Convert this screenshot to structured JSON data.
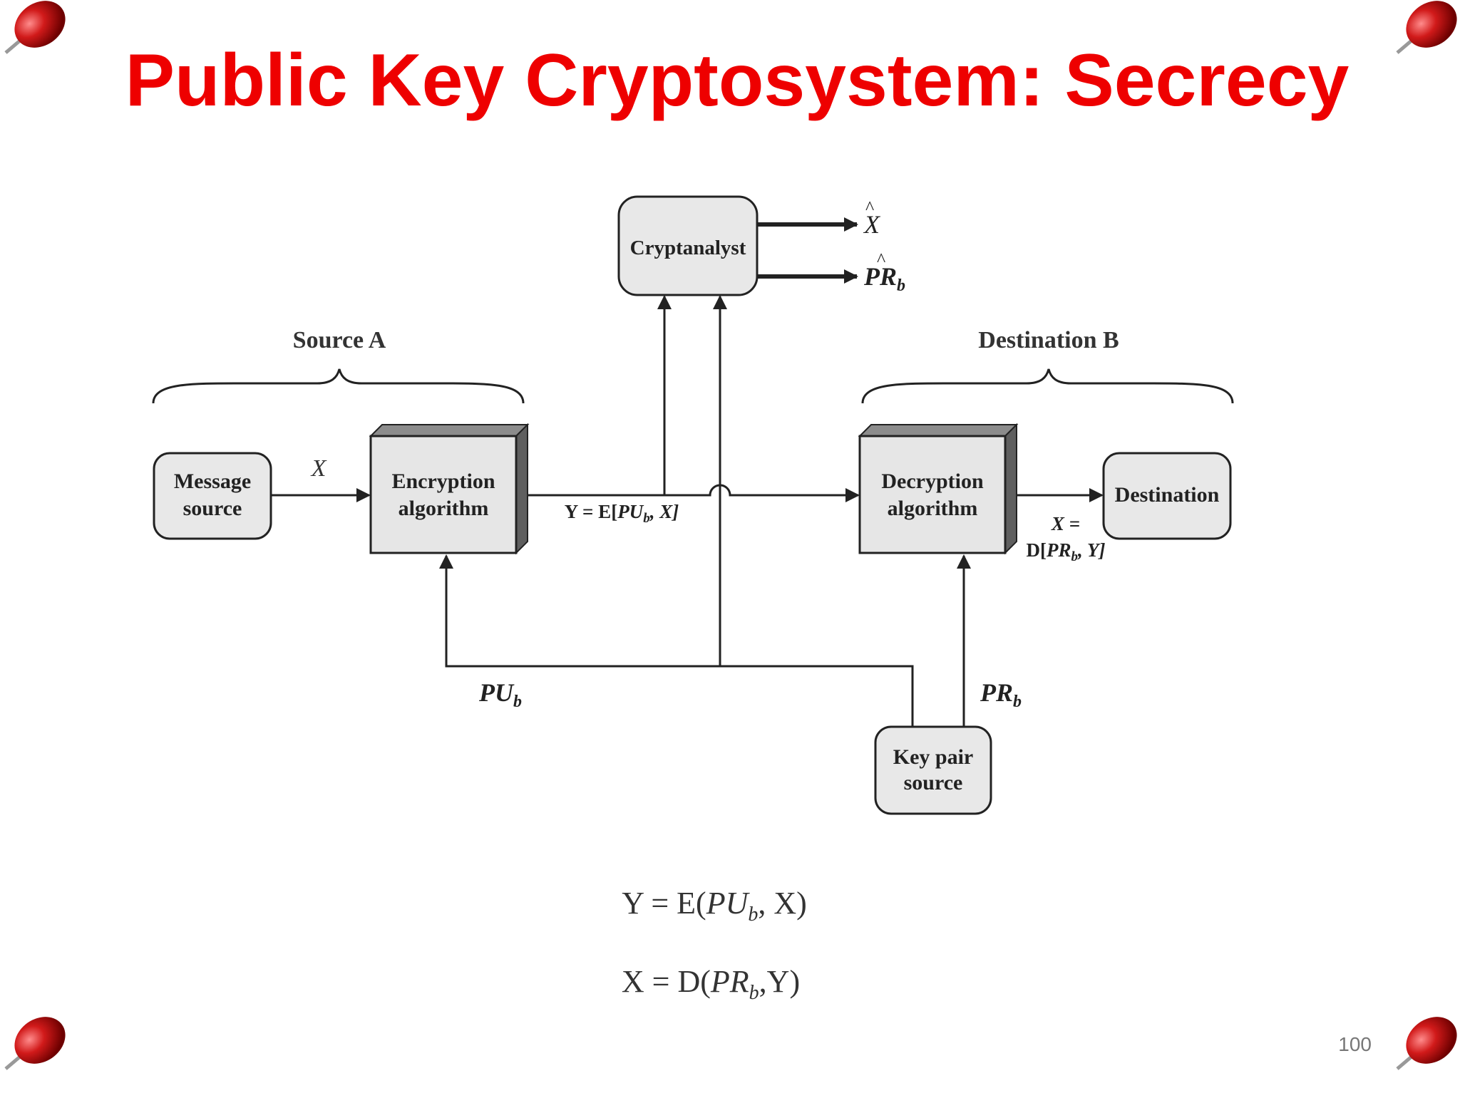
{
  "slide": {
    "title": "Public Key Cryptosystem: Secrecy",
    "page_number": "100"
  },
  "diagram": {
    "group_source": "Source A",
    "group_destination": "Destination B",
    "message_source_line1": "Message",
    "message_source_line2": "source",
    "encryption_line1": "Encryption",
    "encryption_line2": "algorithm",
    "decryption_line1": "Decryption",
    "decryption_line2": "algorithm",
    "destination": "Destination",
    "cryptanalyst": "Cryptanalyst",
    "key_pair_line1": "Key pair",
    "key_pair_line2": "source",
    "x_label": "X",
    "ciphertext_label": {
      "pre": "Y = E[",
      "key": "PU",
      "sub": "b",
      "post": ", X]"
    },
    "plaintext_label_line1": "X =",
    "plaintext_label_line2": {
      "pre": "D[",
      "key": "PR",
      "sub": "b",
      "post": ", Y]"
    },
    "pub_key_label": {
      "key": "PU",
      "sub": "b"
    },
    "priv_key_label": {
      "key": "PR",
      "sub": "b"
    },
    "x_hat": "X",
    "pr_hat": {
      "key": "PR",
      "sub": "b"
    },
    "hat_mark": "^"
  },
  "equations": {
    "enc": {
      "pre": "Y = E(",
      "key": "PU",
      "sub": "b",
      "post": ", X)"
    },
    "dec": {
      "pre": "X = D(",
      "key": "PR",
      "sub": "b",
      "post": ",Y)"
    }
  },
  "colors": {
    "title": "#ee0000",
    "pin": "#d11a1a",
    "box_fill": "#e6e6e6",
    "rounded_fill": "#e8e8e8",
    "stroke": "#222222",
    "page_number": "#777777"
  }
}
